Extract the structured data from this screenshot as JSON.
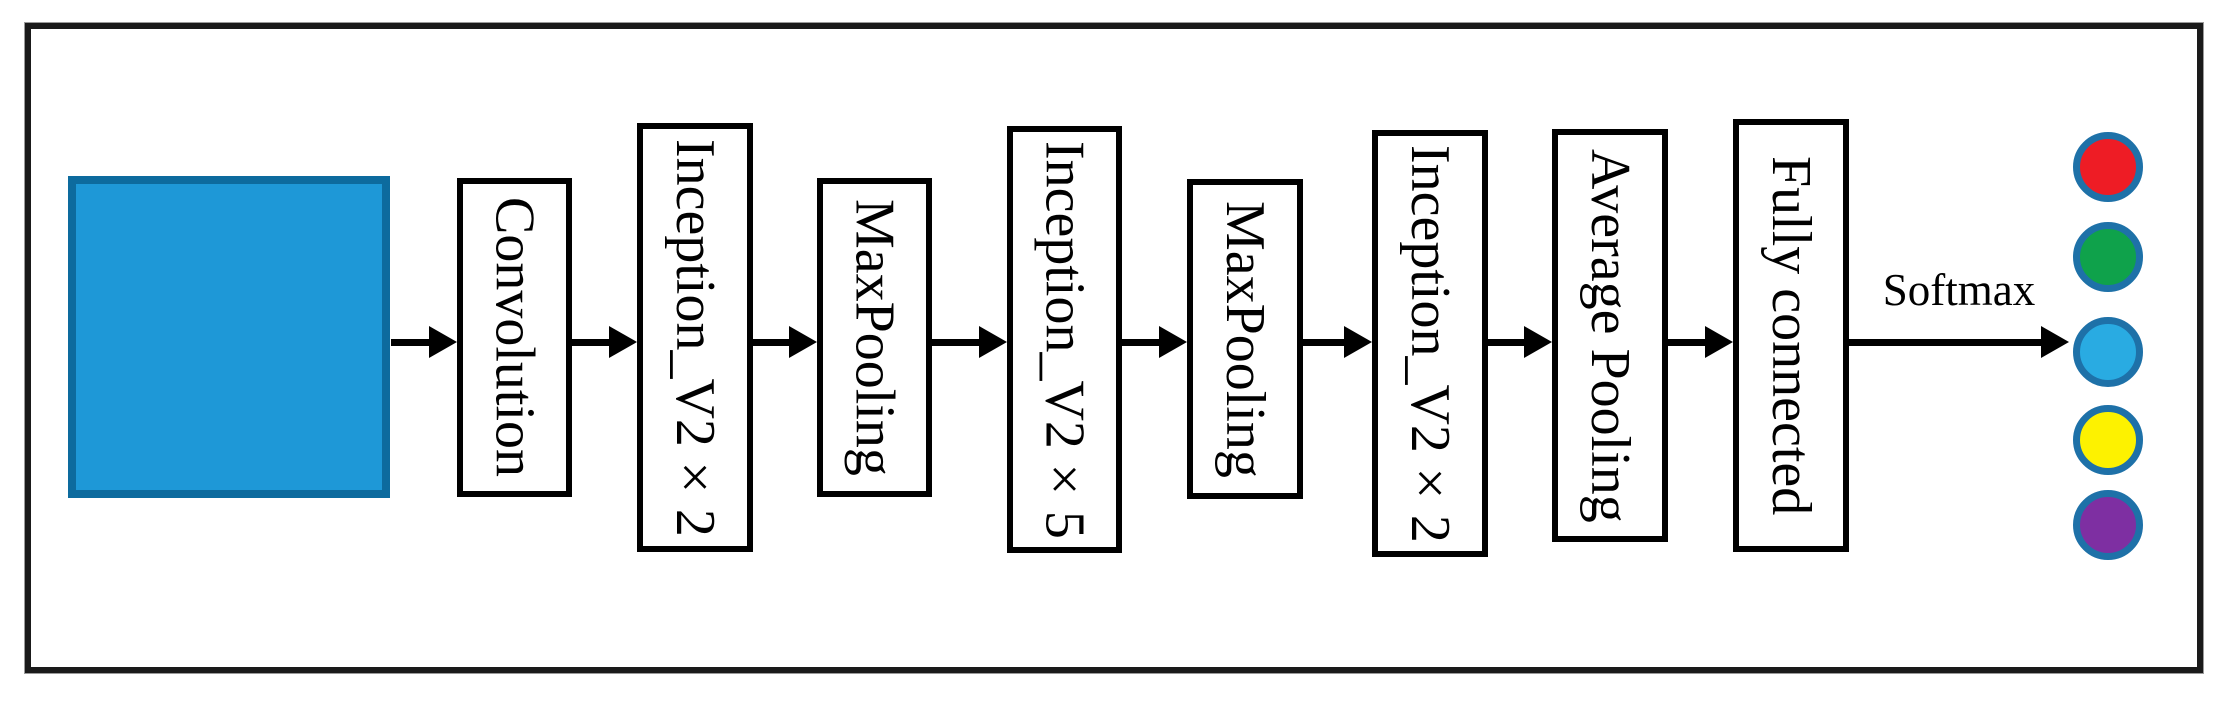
{
  "pipeline": {
    "input_block": {
      "fill": "#1e98d7",
      "stroke": "#0d6b9e"
    },
    "stages": [
      {
        "label": "Convolution"
      },
      {
        "label": "Inception_V2×2"
      },
      {
        "label": "MaxPooling"
      },
      {
        "label": "Inception_V2×5"
      },
      {
        "label": "MaxPooling"
      },
      {
        "label": "Inception_V2×2"
      },
      {
        "label": "Average Pooling"
      },
      {
        "label": "Fully connected"
      }
    ],
    "softmax": {
      "label": "Softmax"
    },
    "outputs": {
      "border": "#1e71a8",
      "classes": [
        {
          "name": "red",
          "color": "#ee1c25"
        },
        {
          "name": "green",
          "color": "#0fa24b"
        },
        {
          "name": "cyan",
          "color": "#29abe2"
        },
        {
          "name": "yellow",
          "color": "#fdf200"
        },
        {
          "name": "purple",
          "color": "#7e2fa2"
        }
      ]
    }
  }
}
